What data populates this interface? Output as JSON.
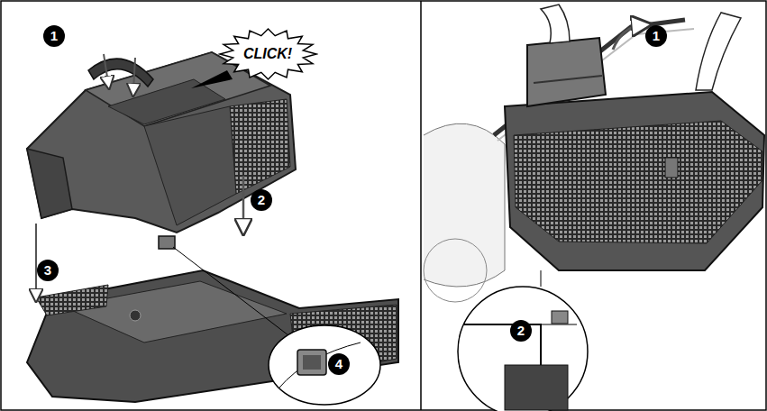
{
  "diagram": {
    "nodes": [
      {
        "text": [
          "CLICK!"
        ]
      }
    ],
    "labels": [
      "1",
      "2",
      "3",
      "4",
      "1",
      "2"
    ]
  }
}
